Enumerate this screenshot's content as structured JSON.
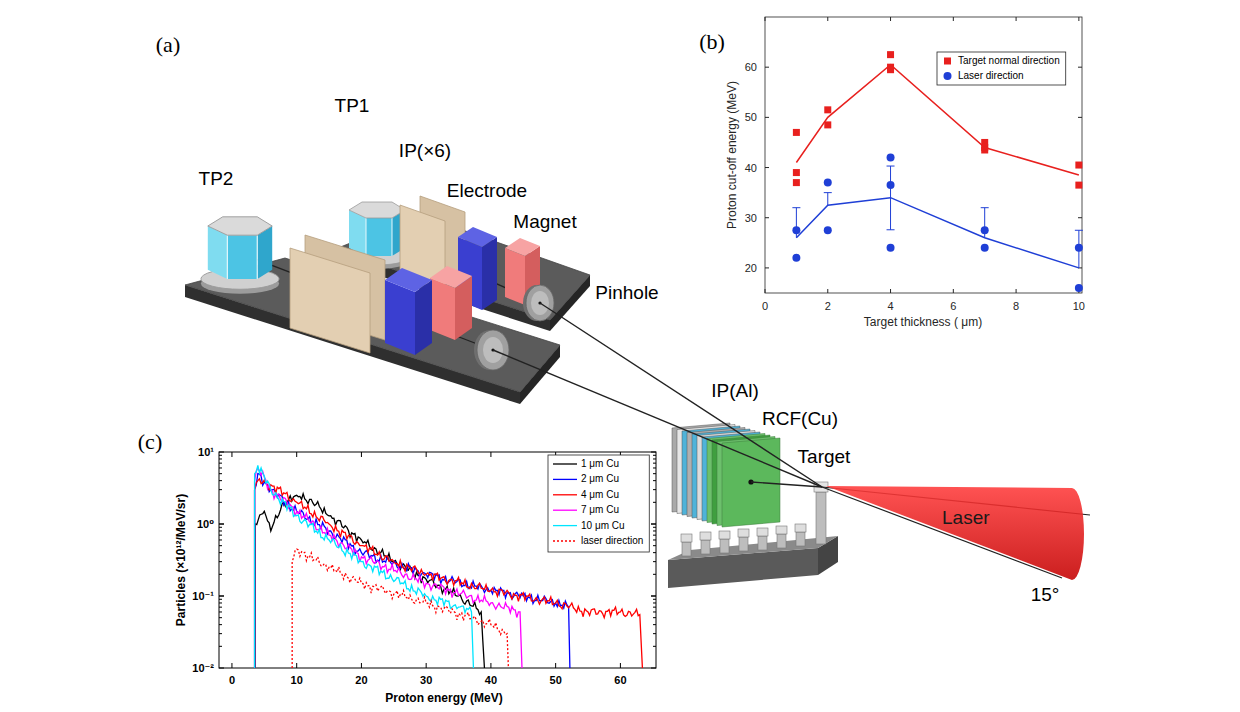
{
  "diagram": {
    "nodes": [
      {
        "text": [
          "Laser"
        ]
      }
    ],
    "labels": [
      "(a)",
      "TP2",
      "TP1",
      "IP(×6)",
      "Electrode",
      "Magnet",
      "Pinhole",
      "IP(Al)",
      "RCF(Cu)",
      "Target",
      "15°",
      "(b)",
      "0",
      "2",
      "4",
      "6",
      "8",
      "10",
      "20",
      "30",
      "40",
      "50",
      "60",
      "Target thickness ( μm)",
      "Proton cut-off energy (MeV)",
      "(c)",
      "0",
      "10",
      "20",
      "30",
      "40",
      "50",
      "60",
      "10⁻²",
      "10⁻¹",
      "10⁰",
      "10¹",
      "Proton energy (MeV)",
      "Particles (×10¹²/MeV/sr)"
    ],
    "legend": [
      {
        "text": "Target normal direction"
      },
      {
        "text": "Laser direction"
      },
      {
        "text": "1 μm Cu"
      },
      {
        "text": "2 μm Cu"
      },
      {
        "text": "4 μm Cu"
      },
      {
        "text": "7 μm Cu"
      },
      {
        "text": "10 μm Cu"
      },
      {
        "text": "laser direction"
      }
    ]
  }
}
